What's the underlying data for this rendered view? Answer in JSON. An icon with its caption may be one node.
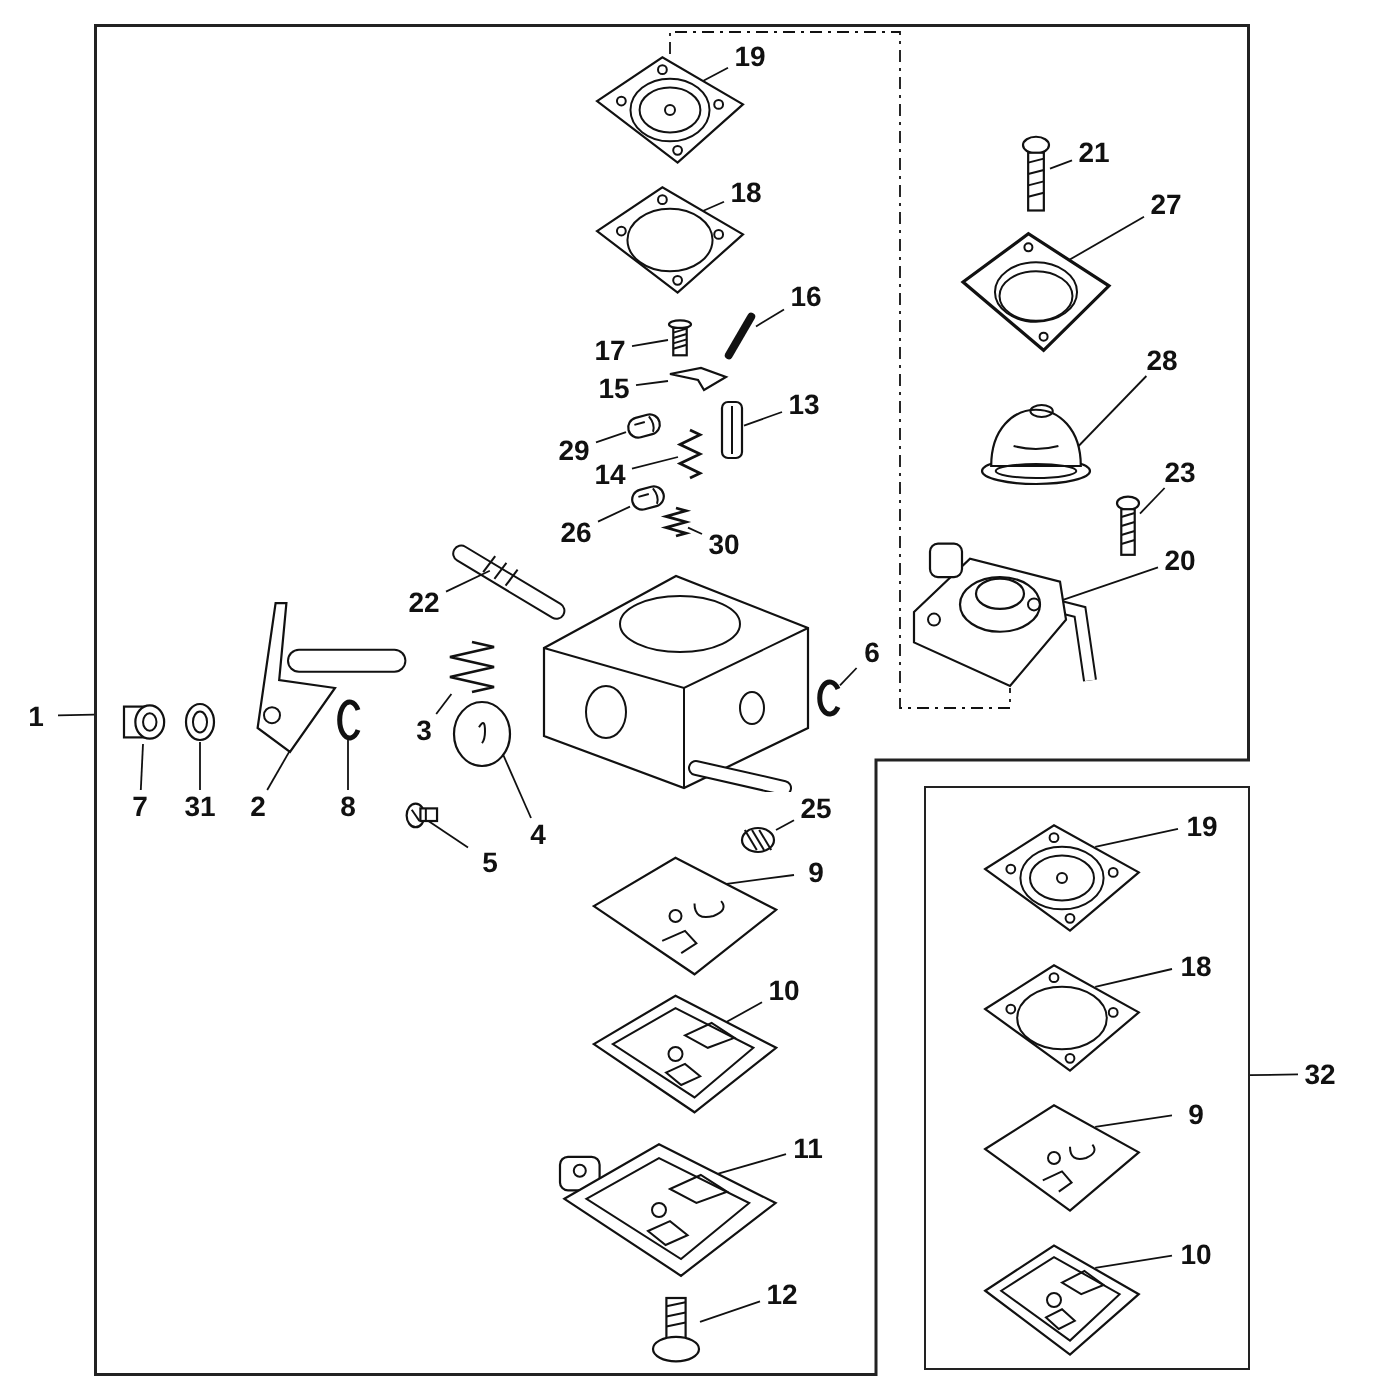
{
  "diagram": {
    "nodes": [
      {
        "text": [],
        "shape": "box"
      },
      {
        "text": [
          "19"
        ],
        "in": 0
      },
      {
        "text": [],
        "shape": "picture",
        "in": 0
      },
      {
        "text": [
          "18"
        ],
        "in": 0
      },
      {
        "text": [],
        "shape": "picture",
        "in": 0
      },
      {
        "text": [
          "21"
        ],
        "in": 0
      },
      {
        "text": [],
        "shape": "picture",
        "in": 0
      },
      {
        "text": [
          "27"
        ],
        "in": 0
      },
      {
        "text": [],
        "shape": "picture",
        "in": 0
      },
      {
        "text": [
          "16"
        ],
        "in": 0
      },
      {
        "text": [],
        "shape": "picture",
        "in": 0
      },
      {
        "text": [
          "17"
        ],
        "in": 0
      },
      {
        "text": [],
        "shape": "picture",
        "in": 0
      },
      {
        "text": [
          "15"
        ],
        "in": 0
      },
      {
        "text": [],
        "shape": "picture",
        "in": 0
      },
      {
        "text": [
          "28"
        ],
        "in": 0
      },
      {
        "text": [],
        "shape": "picture",
        "in": 0
      },
      {
        "text": [
          "13"
        ],
        "in": 0
      },
      {
        "text": [],
        "shape": "picture",
        "in": 0
      },
      {
        "text": [
          "29"
        ],
        "in": 0
      },
      {
        "text": [],
        "shape": "picture",
        "in": 0
      },
      {
        "text": [
          "14"
        ],
        "in": 0
      },
      {
        "text": [],
        "shape": "picture",
        "in": 0
      },
      {
        "text": [
          "23"
        ],
        "in": 0
      },
      {
        "text": [],
        "shape": "picture",
        "in": 0
      },
      {
        "text": [
          "26"
        ],
        "in": 0
      },
      {
        "text": [],
        "shape": "picture",
        "in": 0
      },
      {
        "text": [
          "30"
        ],
        "in": 0
      },
      {
        "text": [],
        "shape": "picture",
        "in": 0
      },
      {
        "text": [
          "20"
        ],
        "in": 0
      },
      {
        "text": [],
        "shape": "picture",
        "in": 0
      },
      {
        "text": [
          "22"
        ],
        "in": 0
      },
      {
        "text": [],
        "shape": "picture",
        "in": 0
      },
      {
        "text": [
          "6"
        ],
        "in": 0
      },
      {
        "text": [],
        "shape": "picture",
        "in": 0
      },
      {
        "text": [
          "1"
        ]
      },
      {
        "text": [
          "3"
        ],
        "in": 0
      },
      {
        "text": [],
        "shape": "picture",
        "in": 0
      },
      {
        "text": [
          "7"
        ],
        "in": 0
      },
      {
        "text": [],
        "shape": "picture",
        "in": 0
      },
      {
        "text": [
          "31"
        ],
        "in": 0
      },
      {
        "text": [],
        "shape": "picture",
        "in": 0
      },
      {
        "text": [
          "2"
        ],
        "in": 0
      },
      {
        "text": [],
        "shape": "picture",
        "in": 0
      },
      {
        "text": [
          "8"
        ],
        "in": 0
      },
      {
        "text": [],
        "shape": "picture",
        "in": 0
      },
      {
        "text": [
          "4"
        ],
        "in": 0
      },
      {
        "text": [],
        "shape": "picture",
        "in": 0
      },
      {
        "text": [
          "5"
        ],
        "in": 0
      },
      {
        "text": [],
        "shape": "picture",
        "in": 0
      },
      {
        "text": [
          "25"
        ],
        "in": 0
      },
      {
        "text": [],
        "shape": "picture",
        "in": 0
      },
      {
        "text": [
          "9"
        ],
        "in": 0
      },
      {
        "text": [],
        "shape": "picture",
        "in": 0
      },
      {
        "text": [
          "10"
        ],
        "in": 0
      },
      {
        "text": [],
        "shape": "picture",
        "in": 0
      },
      {
        "text": [
          "11"
        ],
        "in": 0
      },
      {
        "text": [],
        "shape": "picture",
        "in": 0
      },
      {
        "text": [
          "12"
        ],
        "in": 0
      },
      {
        "text": [],
        "shape": "picture",
        "in": 0
      },
      {
        "text": [],
        "shape": "box"
      },
      {
        "text": [
          "19"
        ],
        "in": 60
      },
      {
        "text": [],
        "shape": "picture",
        "in": 60
      },
      {
        "text": [
          "18"
        ],
        "in": 60
      },
      {
        "text": [],
        "shape": "picture",
        "in": 60
      },
      {
        "text": [
          "32"
        ]
      },
      {
        "text": [
          "9"
        ],
        "in": 60
      },
      {
        "text": [],
        "shape": "picture",
        "in": 60
      },
      {
        "text": [
          "10"
        ],
        "in": 60
      },
      {
        "text": [],
        "shape": "picture",
        "in": 60
      }
    ],
    "edges": [
      {
        "from": 1,
        "to": 2,
        "arrow": "none"
      },
      {
        "from": 3,
        "to": 4,
        "arrow": "none"
      },
      {
        "from": 5,
        "to": 6,
        "arrow": "none"
      },
      {
        "from": 7,
        "to": 8,
        "arrow": "none"
      },
      {
        "from": 9,
        "to": 10,
        "arrow": "none"
      },
      {
        "from": 11,
        "to": 12,
        "arrow": "none"
      },
      {
        "from": 13,
        "to": 14,
        "arrow": "none"
      },
      {
        "from": 15,
        "to": 16,
        "arrow": "none"
      },
      {
        "from": 17,
        "to": 18,
        "arrow": "none"
      },
      {
        "from": 19,
        "to": 20,
        "arrow": "none"
      },
      {
        "from": 21,
        "to": 22,
        "arrow": "none"
      },
      {
        "from": 23,
        "to": 24,
        "arrow": "none"
      },
      {
        "from": 25,
        "to": 26,
        "arrow": "none"
      },
      {
        "from": 27,
        "to": 28,
        "arrow": "none"
      },
      {
        "from": 29,
        "to": 30,
        "arrow": "none"
      },
      {
        "from": 31,
        "to": 32,
        "arrow": "none"
      },
      {
        "from": 33,
        "to": 34,
        "arrow": "none"
      },
      {
        "from": 35,
        "to": 0,
        "arrow": "none"
      },
      {
        "from": 36,
        "to": 37,
        "arrow": "none"
      },
      {
        "from": 38,
        "to": 39,
        "arrow": "none"
      },
      {
        "from": 40,
        "to": 41,
        "arrow": "none"
      },
      {
        "from": 42,
        "to": 43,
        "arrow": "none"
      },
      {
        "from": 44,
        "to": 45,
        "arrow": "none"
      },
      {
        "from": 46,
        "to": 47,
        "arrow": "none"
      },
      {
        "from": 48,
        "to": 49,
        "arrow": "none"
      },
      {
        "from": 50,
        "to": 51,
        "arrow": "none"
      },
      {
        "from": 52,
        "to": 53,
        "arrow": "none"
      },
      {
        "from": 54,
        "to": 55,
        "arrow": "none"
      },
      {
        "from": 56,
        "to": 57,
        "arrow": "none"
      },
      {
        "from": 58,
        "to": 59,
        "arrow": "none"
      },
      {
        "from": 61,
        "to": 62,
        "arrow": "none"
      },
      {
        "from": 63,
        "to": 64,
        "arrow": "none"
      },
      {
        "from": 65,
        "to": 60,
        "arrow": "none"
      },
      {
        "from": 66,
        "to": 67,
        "arrow": "none"
      },
      {
        "from": 68,
        "to": 69,
        "arrow": "none"
      },
      {
        "from": 2,
        "to": 30,
        "arrow": "none",
        "style": "dashed"
      }
    ]
  }
}
